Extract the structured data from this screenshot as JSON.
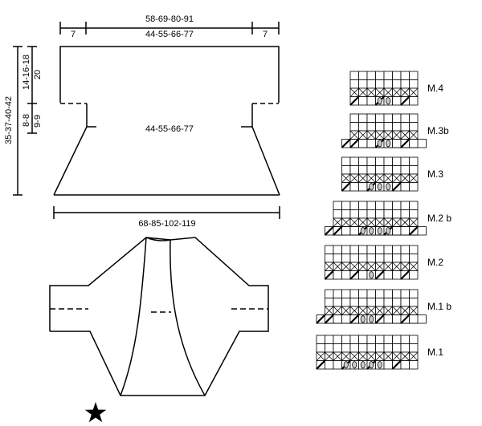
{
  "measurements": {
    "top_total": "58-69-80-91",
    "top_left_band": "7",
    "top_center": "44-55-66-77",
    "top_right_band": "7",
    "total_height": "35-37-40-42",
    "upper_height": "14-16-18",
    "upper_height_2": "20",
    "mid_height_a": "8-8",
    "mid_height_b": "9-9",
    "mid_width": "44-55-66-77",
    "bottom_width": "68-85-102-119"
  },
  "charts": [
    {
      "label": "M.4",
      "cols": 8,
      "offset": 0,
      "ovals": 2
    },
    {
      "label": "M.3b",
      "cols": 8,
      "offset": 1,
      "ovals": 2
    },
    {
      "label": "M.3",
      "cols": 9,
      "offset": 0,
      "ovals": 3
    },
    {
      "label": "M.2 b",
      "cols": 10,
      "offset": 1,
      "ovals": 4
    },
    {
      "label": "M.2",
      "cols": 11,
      "offset": 0,
      "ovals": 1
    },
    {
      "label": "M.1 b",
      "cols": 11,
      "offset": 1,
      "ovals": 2
    },
    {
      "label": "M.1",
      "cols": 12,
      "offset": 0,
      "ovals": 5
    }
  ],
  "icons": {
    "star": "star-icon"
  }
}
